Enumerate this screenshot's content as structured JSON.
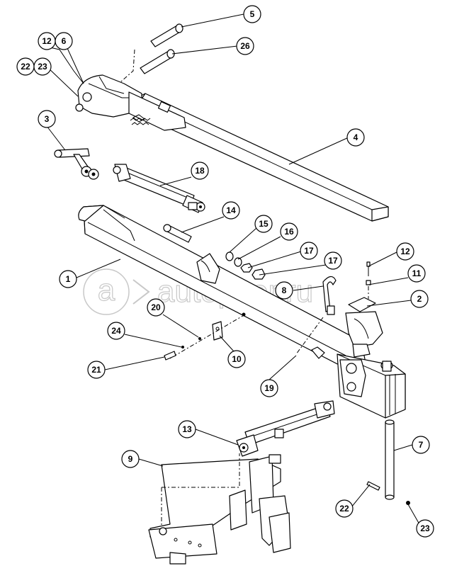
{
  "watermark": {
    "text": "autopiter.ru"
  },
  "callouts": [
    {
      "id": "c5",
      "label": "5"
    },
    {
      "id": "c26",
      "label": "26"
    },
    {
      "id": "c12a",
      "label": "12"
    },
    {
      "id": "c6",
      "label": "6"
    },
    {
      "id": "c22a",
      "label": "22"
    },
    {
      "id": "c23a",
      "label": "23"
    },
    {
      "id": "c3",
      "label": "3"
    },
    {
      "id": "c4",
      "label": "4"
    },
    {
      "id": "c18",
      "label": "18"
    },
    {
      "id": "c14",
      "label": "14"
    },
    {
      "id": "c15",
      "label": "15"
    },
    {
      "id": "c16",
      "label": "16"
    },
    {
      "id": "c17a",
      "label": "17"
    },
    {
      "id": "c17b",
      "label": "17"
    },
    {
      "id": "c12b",
      "label": "12"
    },
    {
      "id": "c11",
      "label": "11"
    },
    {
      "id": "c2",
      "label": "2"
    },
    {
      "id": "c1",
      "label": "1"
    },
    {
      "id": "c8",
      "label": "8"
    },
    {
      "id": "c20",
      "label": "20"
    },
    {
      "id": "c24",
      "label": "24"
    },
    {
      "id": "c10",
      "label": "10"
    },
    {
      "id": "c21",
      "label": "21"
    },
    {
      "id": "c19",
      "label": "19"
    },
    {
      "id": "c13",
      "label": "13"
    },
    {
      "id": "c9",
      "label": "9"
    },
    {
      "id": "c7",
      "label": "7"
    },
    {
      "id": "c22b",
      "label": "22"
    },
    {
      "id": "c23b",
      "label": "23"
    }
  ]
}
